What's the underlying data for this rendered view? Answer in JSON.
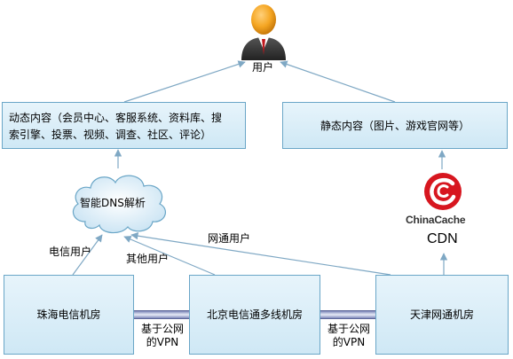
{
  "user": {
    "label": "用户",
    "icon": "user-person-icon"
  },
  "dynamic_box": {
    "line1": "动态内容（会员中心、客服系统、资料库、搜",
    "line2": "索引擎、投票、视频、调查、社区、评论）"
  },
  "static_box": {
    "text": "静态内容（图片、游戏官网等）"
  },
  "dns_cloud": {
    "label": "智能DNS解析",
    "icon": "cloud-icon"
  },
  "cdn": {
    "brand": "ChinaCache",
    "label": "CDN",
    "icon": "chinacache-logo-icon"
  },
  "datacenters": {
    "zhuhai": "珠海电信机房",
    "beijing": "北京电信通多线机房",
    "tianjin": "天津网通机房"
  },
  "links": {
    "telecom_users": "电信用户",
    "other_users": "其他用户",
    "netcom_users": "网通用户"
  },
  "vpn": {
    "left_line1": "基于公网",
    "left_line2": "的VPN",
    "right_line1": "基于公网",
    "right_line2": "的VPN"
  },
  "colors": {
    "box_border": "#6aa6c7",
    "box_fill_top": "#e7f4fb",
    "box_fill_bottom": "#cfe8f5",
    "arrow": "#7fa8c4",
    "logo_red": "#d7161f",
    "pipe": "#7c86b8"
  }
}
